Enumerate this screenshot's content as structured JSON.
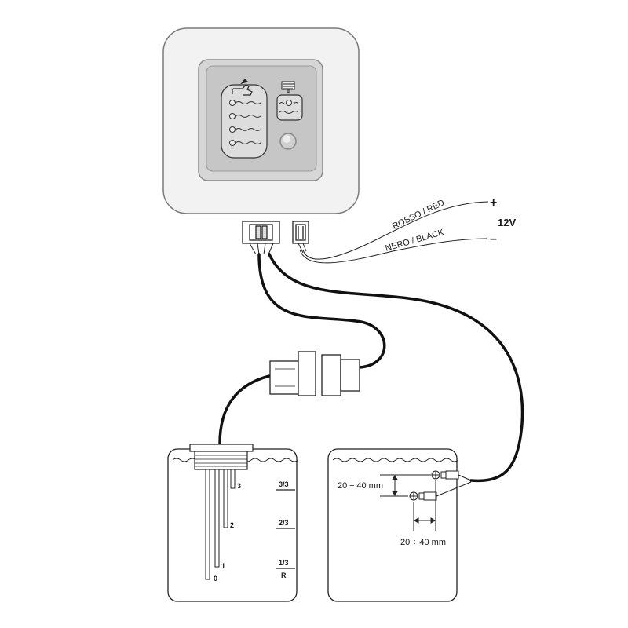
{
  "power": {
    "red_wire_label": "ROSSO / RED",
    "black_wire_label": "NERO / BLACK",
    "voltage": "12V",
    "positive": "+",
    "negative": "–"
  },
  "fresh_tank": {
    "level_marks": [
      "3/3",
      "2/3",
      "1/3"
    ],
    "reserve_mark": "R",
    "probe_numbers": [
      "3",
      "2",
      "1",
      "0"
    ]
  },
  "waste_tank": {
    "vertical_distance": "20 ÷ 40 mm",
    "horizontal_distance": "20 ÷ 40 mm"
  },
  "panel": {
    "led_count": 4,
    "icons": [
      "tap-icon",
      "waste-tank-icon"
    ]
  }
}
